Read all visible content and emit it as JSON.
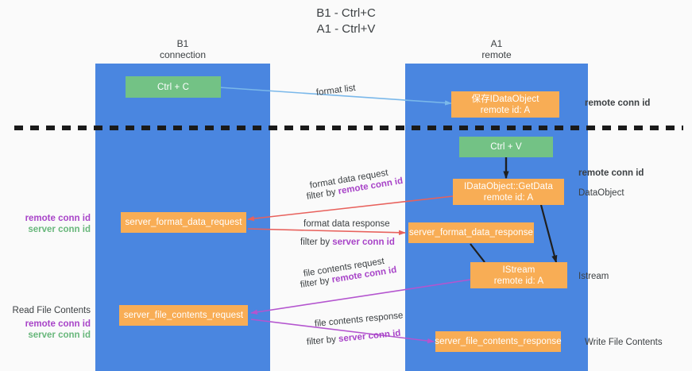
{
  "title": {
    "line1": "B1 - Ctrl+C",
    "line2": "A1 - Ctrl+V"
  },
  "columns": [
    {
      "id": "b1",
      "name": "B1",
      "role": "connection"
    },
    {
      "id": "a1",
      "name": "A1",
      "role": "remote"
    }
  ],
  "colors": {
    "lane": "#4a86e0",
    "box_green": "#73c285",
    "box_orange": "#f8ad55",
    "arrow_blue": "#7ab8ea",
    "arrow_red": "#e8615c",
    "arrow_purple": "#b455cf",
    "arrow_black": "#1f1f1f",
    "divider_black": "#1a1a1a",
    "text_purple": "#a844c8",
    "text_green": "#68b77b",
    "background": "#fafafa"
  },
  "nodes": {
    "ctrl_c": {
      "label": "Ctrl + C",
      "kind": "green",
      "column": "b1"
    },
    "save_idataobject": {
      "label": "保存IDataObject",
      "sub": "remote id: A",
      "kind": "orange",
      "column": "a1"
    },
    "ctrl_v": {
      "label": "Ctrl + V",
      "kind": "green",
      "column": "a1"
    },
    "getdata": {
      "label": "IDataObject::GetData",
      "sub": "remote id: A",
      "kind": "orange",
      "column": "a1"
    },
    "server_format_data_request": {
      "label": "server_format_data_request",
      "kind": "orange",
      "column": "b1"
    },
    "server_format_data_response": {
      "label": "server_format_data_response",
      "kind": "orange",
      "column": "a1"
    },
    "istream": {
      "label": "IStream",
      "sub": "remote id: A",
      "kind": "orange",
      "column": "a1"
    },
    "server_file_contents_request": {
      "label": "server_file_contents_request",
      "kind": "orange",
      "column": "b1"
    },
    "server_file_contents_response": {
      "label": "server_file_contents_response",
      "kind": "orange",
      "column": "a1"
    }
  },
  "edge_labels": {
    "format_list": "format list",
    "format_data_request": "format data request",
    "format_data_request_filter_prefix": "filter by ",
    "format_data_request_filter_key": "remote conn id",
    "format_data_response": "format data response",
    "format_data_response_filter_prefix": "filter by ",
    "format_data_response_filter_key": "server conn id",
    "file_contents_request": "file contents request",
    "file_contents_request_filter_prefix": "filter by ",
    "file_contents_request_filter_key": "remote conn id",
    "file_contents_response": "file contents response",
    "file_contents_response_filter_prefix": "filter by ",
    "file_contents_response_filter_key": "server conn id"
  },
  "annotations": {
    "right_remote_conn_id_top": "remote conn id",
    "right_remote_conn_id_mid": "remote conn id",
    "right_dataobject": "DataObject",
    "right_istream": "Istream",
    "right_write_file_contents": "Write File Contents",
    "left_remote_conn_id_1": "remote conn id",
    "left_server_conn_id_1": "server conn id",
    "left_read_file_contents": "Read File Contents",
    "left_remote_conn_id_2": "remote conn id",
    "left_server_conn_id_2": "server conn id"
  }
}
